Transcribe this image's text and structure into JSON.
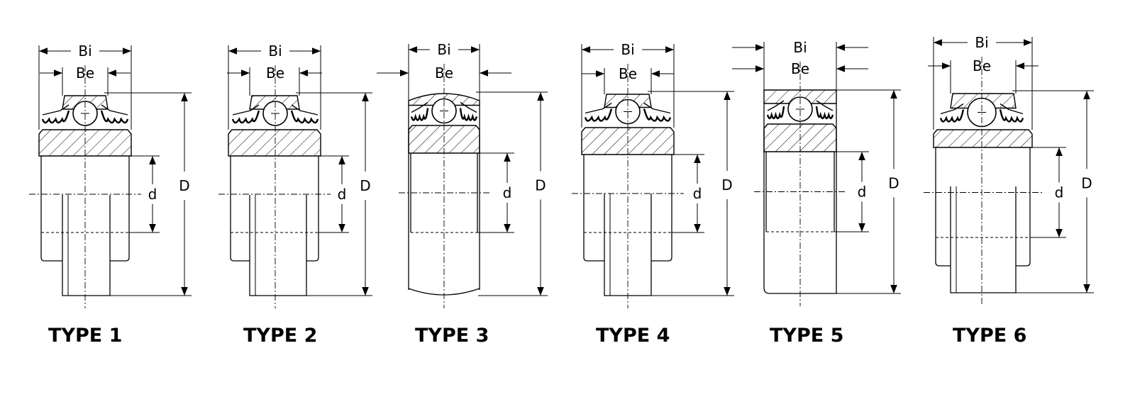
{
  "labels": {
    "bi": "Bi",
    "be": "Be",
    "outer_diameter": "D",
    "bore": "d"
  },
  "types": [
    {
      "id": 1,
      "label": "TYPE 1"
    },
    {
      "id": 2,
      "label": "TYPE 2"
    },
    {
      "id": 3,
      "label": "TYPE 3"
    },
    {
      "id": 4,
      "label": "TYPE 4"
    },
    {
      "id": 5,
      "label": "TYPE 5"
    },
    {
      "id": 6,
      "label": "TYPE 6"
    }
  ],
  "colors": {
    "line": "#000000",
    "background": "#ffffff"
  }
}
